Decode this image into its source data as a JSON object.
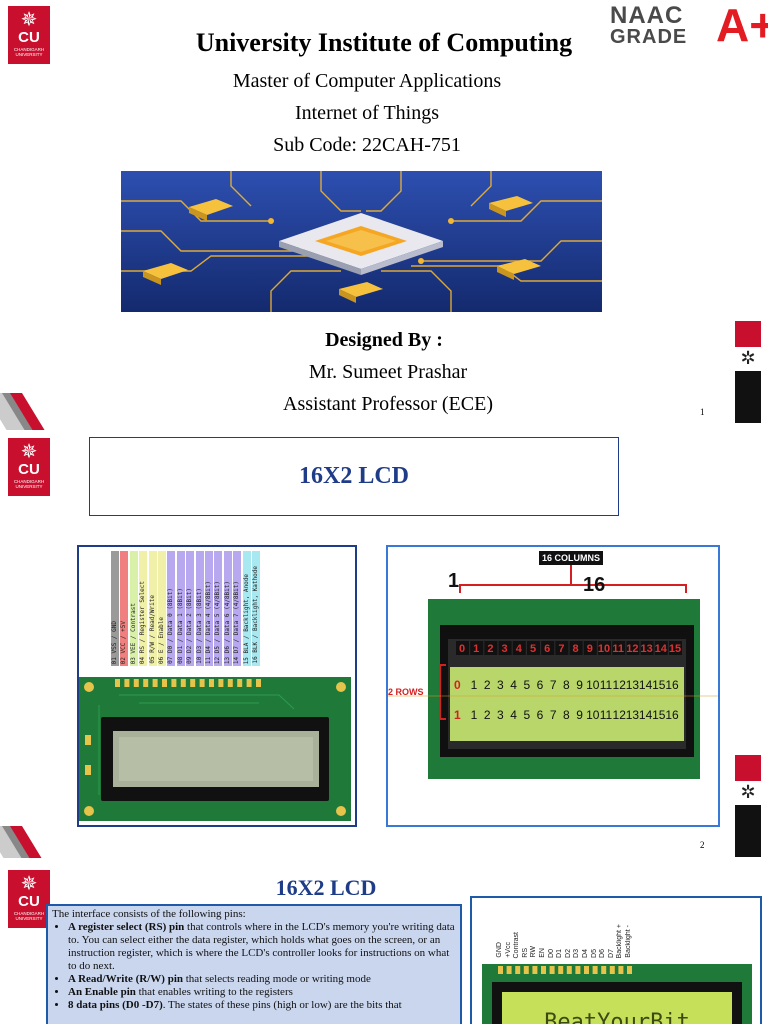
{
  "slide1": {
    "logo": {
      "cu": "CU",
      "sub1": "CHANDIGARH",
      "sub2": "UNIVERSITY"
    },
    "naac": {
      "line1": "NAAC",
      "line2": "GRADE",
      "grade": "A+"
    },
    "title": "University Institute of Computing",
    "program": "Master of Computer Applications",
    "course": "Internet of Things",
    "sub_code": "Sub Code: 22CAH-751",
    "designed_by": "Designed By :",
    "author": "Mr. Sumeet Prashar",
    "designation": "Assistant Professor (ECE)",
    "page": "1"
  },
  "slide2": {
    "title": "16X2 LCD",
    "page": "2",
    "pins": [
      "01 VSS / GND",
      "02 VCC / +5V",
      "03 VEE / Contrast",
      "04 RS / Register Select",
      "05 R/W / Read/Write",
      "06 E / Enable",
      "07 D0 / Data 0 (8Bit)",
      "08 D1 / Data 1 (8Bit)",
      "09 D2 / Data 2 (8Bit)",
      "10 D3 / Data 3 (8Bit)",
      "11 D4 / Data 4 (4/8Bit)",
      "12 D5 / Data 5 (4/8Bit)",
      "13 D6 / Data 6 (4/8Bit)",
      "14 D7 / Data 7 (4/8Bit)",
      "15 BLA / Backlight, Anode",
      "16 BLK / Backlight, Kathode"
    ],
    "pin_colors": [
      "#9a9a9a",
      "#f08080",
      "#d8f0a8",
      "#f0f0a8",
      "#f0f0a8",
      "#f0f0a8",
      "#b8a8f0",
      "#b8a8f0",
      "#b8a8f0",
      "#b8a8f0",
      "#b8a8f0",
      "#b8a8f0",
      "#b8a8f0",
      "#b8a8f0",
      "#a8e8f0",
      "#a8e8f0"
    ],
    "grid": {
      "columns_label": "16 COLUMNS",
      "rows_label": "2 ROWS",
      "first_col": "1",
      "last_col": "16",
      "col_indexes": [
        "0",
        "1",
        "2",
        "3",
        "4",
        "5",
        "6",
        "7",
        "8",
        "9",
        "10",
        "11",
        "12",
        "13",
        "14",
        "15"
      ],
      "row_indexes": [
        "0",
        "1"
      ],
      "row_cells": [
        "1",
        "2",
        "3",
        "4",
        "5",
        "6",
        "7",
        "8",
        "9",
        "10",
        "11",
        "12",
        "13",
        "14",
        "15",
        "16"
      ]
    }
  },
  "slide3": {
    "title": "16X2 LCD",
    "intro": "The interface consists of the following pins:",
    "bullets": [
      {
        "bold": "A register select (RS) pin",
        "text": " that controls where in the LCD's memory you're writing data to. You can select either the data register, which holds what goes on the screen, or an instruction register, which is where the LCD's controller looks for instructions on what to do next."
      },
      {
        "bold": "A Read/Write (R/W) pin",
        "text": " that selects reading mode or writing mode"
      },
      {
        "bold": "An Enable pin",
        "text": " that enables writing to the registers"
      },
      {
        "bold": "8 data pins (D0 -D7)",
        "text": ". The states of these pins (high or low) are the bits that"
      }
    ],
    "module_pins": [
      "GND",
      "+Vcc",
      "Contrast",
      "RS",
      "RW",
      "EN",
      "D0",
      "D1",
      "D2",
      "D3",
      "D4",
      "D5",
      "D6",
      "D7",
      "Backlight +",
      "Backlight -"
    ],
    "screen_text": "BeatYourBit"
  },
  "colors": {
    "brand_red": "#c8102e",
    "navy": "#1f3c88",
    "pcb_green": "#1f7a3a",
    "lcd_green": "#b8d66a"
  }
}
